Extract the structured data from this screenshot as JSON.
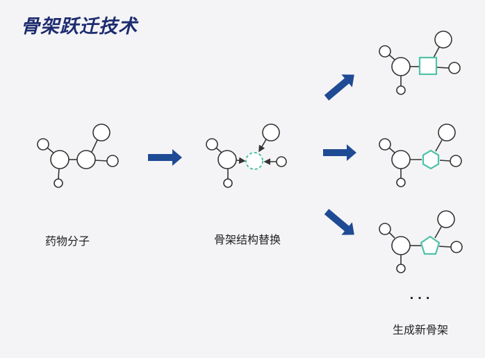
{
  "title": "骨架跃迁技术",
  "labels": {
    "drug_molecule": "药物分子",
    "scaffold_replacement": "骨架结构替换",
    "ellipsis": "· · ·",
    "new_scaffolds": "生成新骨架"
  },
  "colors": {
    "arrow": "#1f4a94",
    "scaffold": "#4fc1a8",
    "line": "#333333",
    "title": "#1d2b6f"
  }
}
